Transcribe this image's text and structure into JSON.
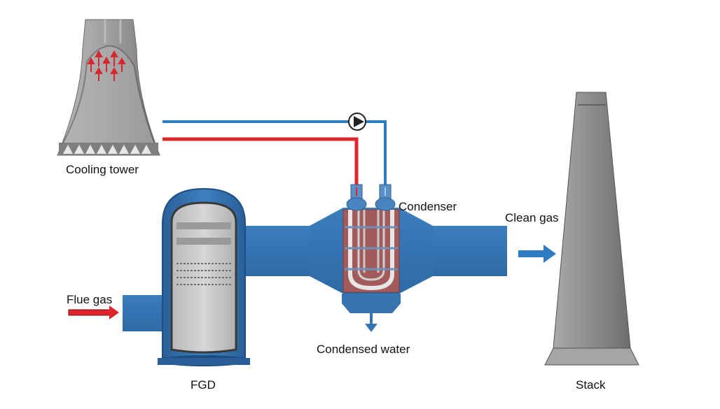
{
  "labels": {
    "cooling_tower": "Cooling tower",
    "condenser": "Condenser",
    "clean_gas": "Clean gas",
    "flue_gas": "Flue gas",
    "condensed_water": "Condensed water",
    "fgd": "FGD",
    "stack": "Stack"
  },
  "colors": {
    "duct_blue": "#3574b0",
    "hot_red": "#e0242b",
    "cold_blue": "#2f7bc1",
    "tower_gray": "#9a9a9a",
    "stack_gray": "#8f8f8f",
    "condenser_core": "#a35a5a"
  },
  "icons": [
    "pump-icon",
    "flow-arrow-icon",
    "heat-arrow-icon"
  ]
}
